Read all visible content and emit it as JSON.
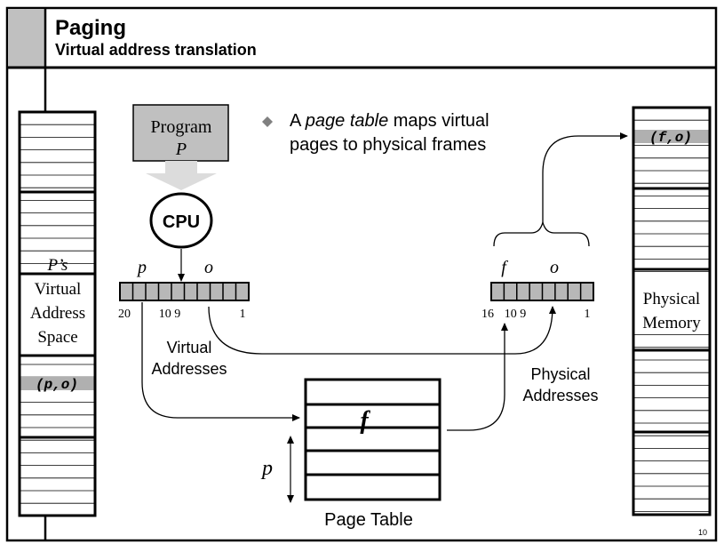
{
  "header": {
    "title": "Paging",
    "subtitle": "Virtual address translation"
  },
  "bullet": {
    "prefix": "A ",
    "emph": "page table",
    "line1_rest": " maps virtual",
    "line2": "pages to physical frames"
  },
  "program": {
    "line1": "Program",
    "line2": "P"
  },
  "cpu": {
    "label": "CPU"
  },
  "virtual_space": {
    "lines": [
      "P’s",
      "Virtual",
      "Address",
      "Space"
    ],
    "entry": "(p,o)"
  },
  "virtual_address": {
    "page_label": "p",
    "offset_label": "o",
    "bit_hi": "20",
    "bit_mid": "10 9",
    "bit_lo": "1",
    "caption_line1": "Virtual",
    "caption_line2": "Addresses"
  },
  "physical_address": {
    "frame_label": "f",
    "offset_label": "o",
    "bit_hi": "16",
    "bit_mid": "10 9",
    "bit_lo": "1",
    "caption_line1": "Physical",
    "caption_line2": "Addresses"
  },
  "page_table": {
    "entry": "f",
    "index_label": "p",
    "caption": "Page Table"
  },
  "physical_memory": {
    "lines": [
      "Physical",
      "Memory"
    ],
    "entry": "(f,o)"
  },
  "footer": {
    "page_number": "10"
  }
}
